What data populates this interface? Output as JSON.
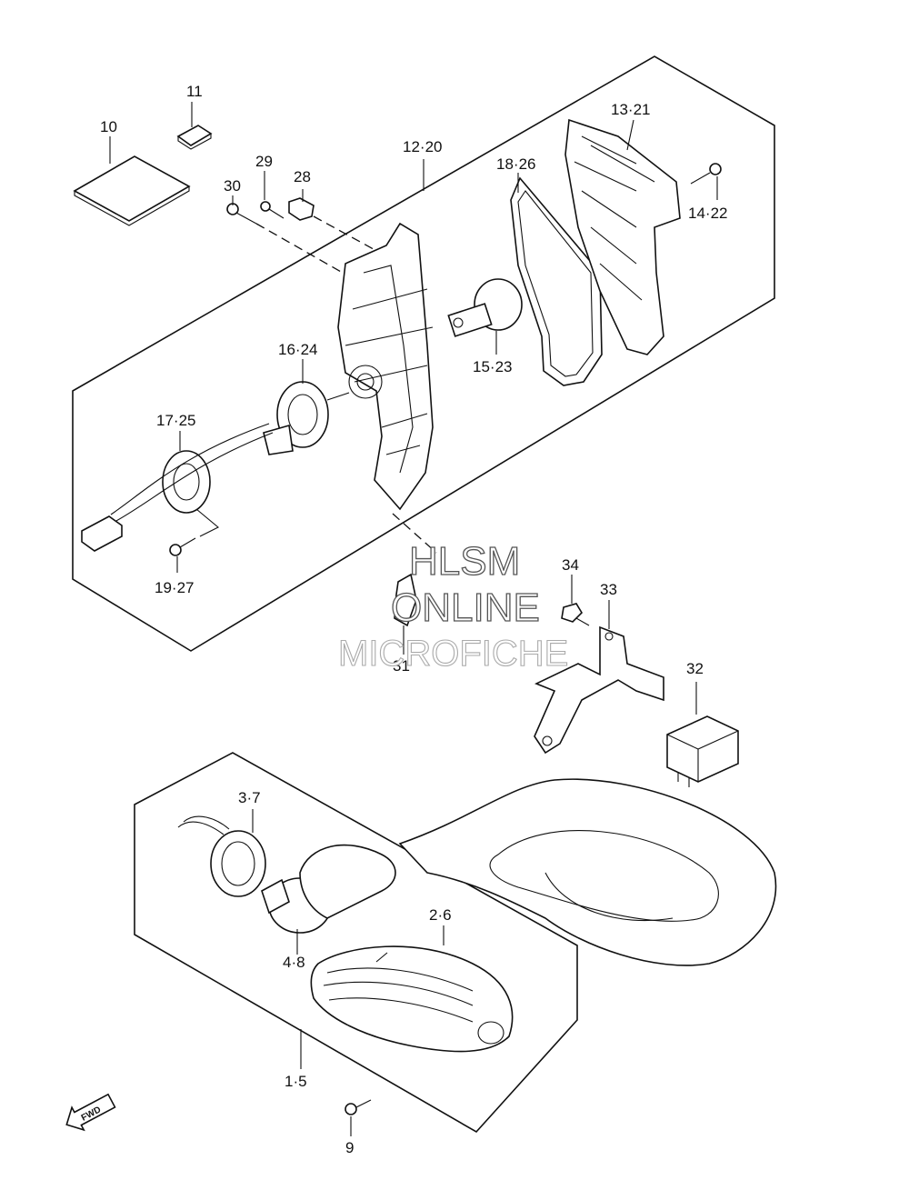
{
  "labels": {
    "p10": "10",
    "p11": "11",
    "p29": "29",
    "p28": "28",
    "p30": "30",
    "p12_20": "12·20",
    "p18_26": "18·26",
    "p13_21": "13·21",
    "p14_22": "14·22",
    "p16_24": "16·24",
    "p15_23": "15·23",
    "p17_25": "17·25",
    "p19_27": "19·27",
    "p34": "34",
    "p33": "33",
    "p31": "31",
    "p32": "32",
    "p3_7": "3·7",
    "p2_6": "2·6",
    "p4_8": "4·8",
    "p1_5": "1·5",
    "p9": "9"
  },
  "direction_badge": "FWD",
  "watermark": {
    "line1": "HLSM",
    "line2": "ONLINE",
    "line3": "MICROFICHE"
  }
}
